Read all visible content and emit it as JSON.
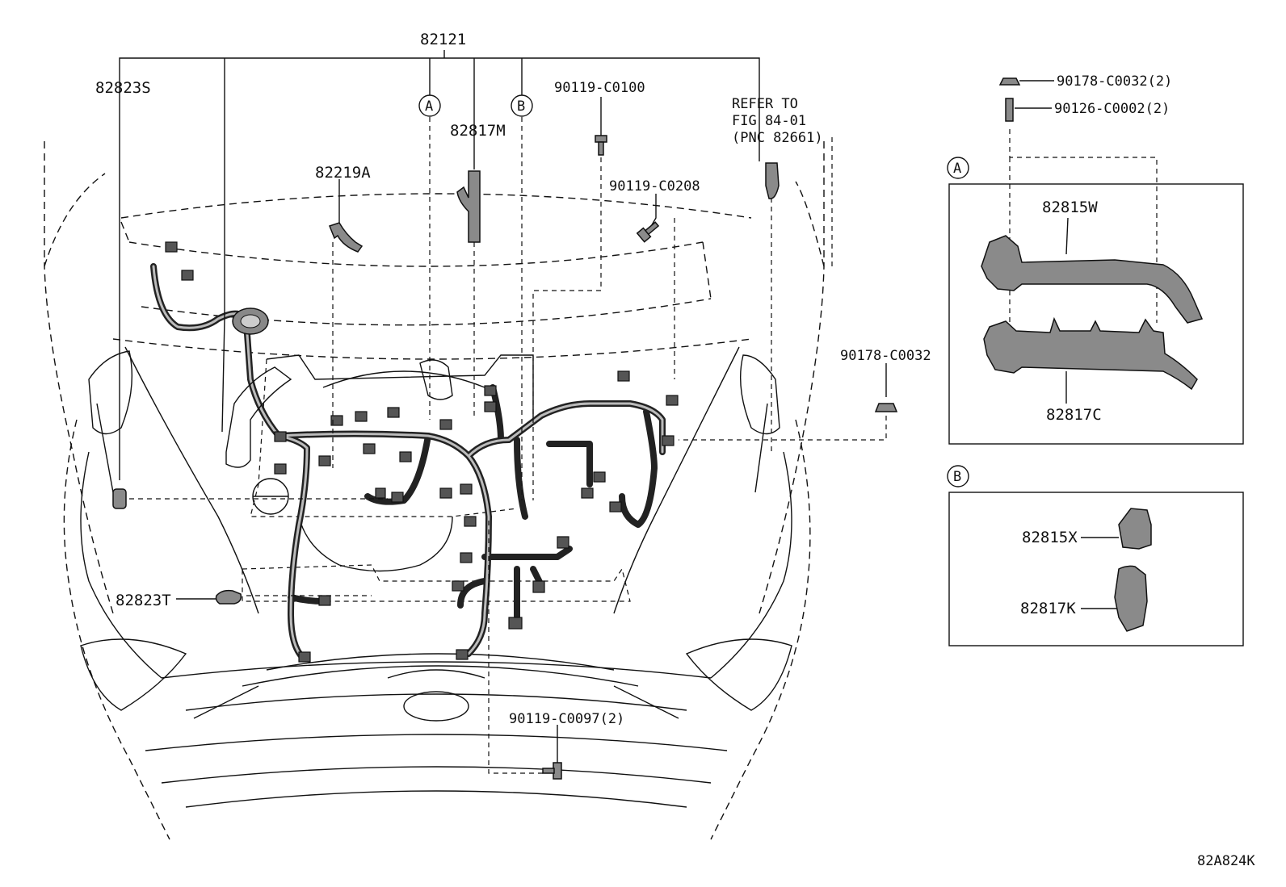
{
  "labels": {
    "main_harness": "82121",
    "bracket_left": "82823S",
    "protector_m": "82817M",
    "clamp_a": "82219A",
    "bolt_c0100": "90119-C0100",
    "bolt_c0208": "90119-C0208",
    "refer_line1": "REFER TO",
    "refer_line2": "FIG 84-01",
    "refer_line3": "(PNC 82661)",
    "nut_c0032": "90178-C0032",
    "bracket_t": "82823T",
    "bolt_c0097": "90119-C0097(2)",
    "nut_c0032_2": "90178-C0032(2)",
    "stud_c0002_2": "90126-C0002(2)",
    "protector_w": "82815W",
    "protector_c": "82817C",
    "protector_x": "82815X",
    "protector_k": "82817K",
    "ref_a": "A",
    "ref_b": "B",
    "inset_a": "A",
    "inset_b": "B",
    "figure_code": "82A824K"
  }
}
